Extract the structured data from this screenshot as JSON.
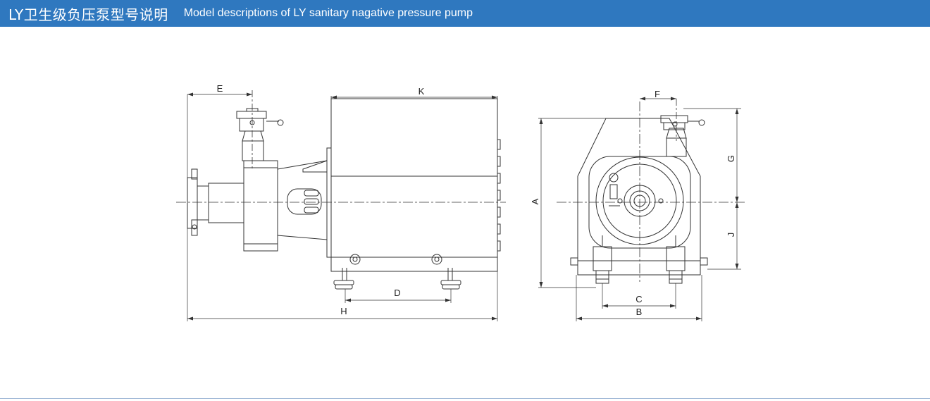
{
  "header": {
    "title_cn": "LY卫生级负压泵型号说明",
    "title_en": "Model descriptions of LY sanitary nagative pressure pump"
  },
  "colors": {
    "header_bg": "#2f78bf",
    "header_text": "#ffffff",
    "line": "#333333"
  },
  "dimensions": {
    "side": {
      "E": "E",
      "K": "K",
      "D": "D",
      "H": "H"
    },
    "front": {
      "F": "F",
      "G": "G",
      "A": "A",
      "J": "J",
      "C": "C",
      "B": "B"
    }
  }
}
